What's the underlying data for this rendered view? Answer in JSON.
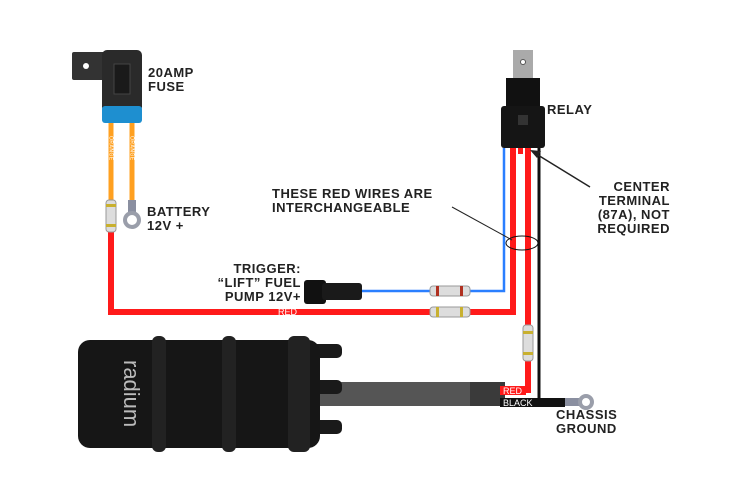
{
  "labels": {
    "fuse": [
      "20AMP",
      "FUSE"
    ],
    "battery": [
      "BATTERY",
      "12V +"
    ],
    "relay": "RELAY",
    "center_terminal": [
      "CENTER",
      "TERMINAL",
      "(87A), NOT",
      "REQUIRED"
    ],
    "interchangeable": [
      "THESE RED WIRES ARE",
      "INTERCHANGEABLE"
    ],
    "trigger": [
      "TRIGGER:",
      "“LIFT” FUEL",
      "PUMP 12V+"
    ],
    "chassis": [
      "CHASSIS",
      "GROUND"
    ]
  },
  "wire_labels": {
    "red": "RED",
    "black": "BLACK",
    "orange": "ORANGE"
  },
  "pump_brand": "radium",
  "colors": {
    "red": "#ff1a1a",
    "blue": "#2a7fff",
    "orange": "#ffa020",
    "black": "#111111",
    "fuse_blue": "#1e8fd0"
  }
}
